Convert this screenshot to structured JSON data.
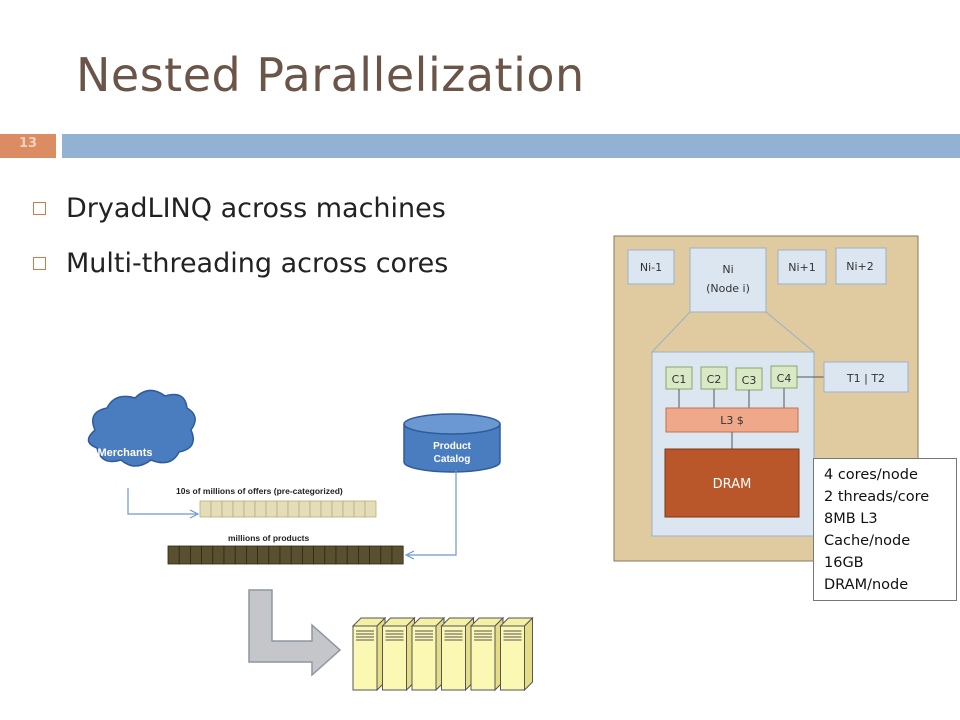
{
  "slide": {
    "title": "Nested Parallelization",
    "number": "13",
    "bullets": [
      "DryadLINQ across machines",
      "Multi-threading across cores"
    ]
  },
  "left_diagram": {
    "merchants": "Merchants",
    "catalog_line1": "Product",
    "catalog_line2": "Catalog",
    "offers_label": "10s of millions of offers (pre-categorized)",
    "products_label": "millions of products"
  },
  "node_diagram": {
    "nodes": [
      "Ni-1",
      "Ni",
      "(Node  i)",
      "Ni+1",
      "Ni+2"
    ],
    "cores": [
      "C1",
      "C2",
      "C3",
      "C4"
    ],
    "threads": "T1  |  T2",
    "cache": "L3  $",
    "dram": "DRAM"
  },
  "specs_note": [
    "4 cores/node",
    "2 threads/core",
    "8MB L3",
    "Cache/node",
    "16GB",
    "DRAM/node"
  ],
  "colors": {
    "title": "#6b5448",
    "accent": "#dc8c62",
    "band": "#93b2d3",
    "panel": "#e0cba1",
    "dram": "#b9572a"
  }
}
